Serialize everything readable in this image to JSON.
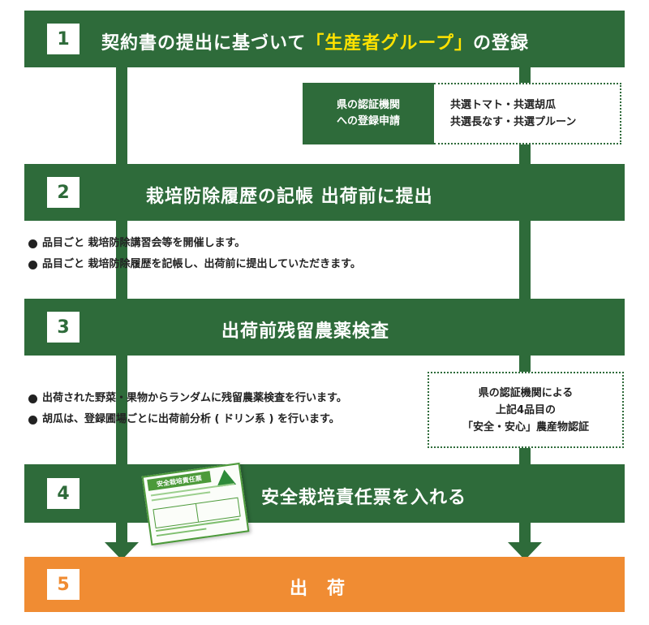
{
  "steps": [
    {
      "num": "1",
      "title_pre": "契約書の提出に基づいて",
      "title_highlight": "「生産者グループ」",
      "title_post": "の登録"
    },
    {
      "num": "2",
      "title": "栽培防除履歴の記帳 出荷前に提出"
    },
    {
      "num": "3",
      "title": "出荷前残留農薬検査"
    },
    {
      "num": "4",
      "title": "安全栽培責任票を入れる"
    },
    {
      "num": "5",
      "title": "出　荷"
    }
  ],
  "registration": {
    "left": [
      "県の認証機関",
      "への登録申請"
    ],
    "right": [
      "共選トマト・共選胡瓜",
      "共選長なす・共選プルーン"
    ]
  },
  "step2_notes": [
    "品目ごと 栽培防除講習会等を開催します。",
    "品目ごと 栽培防除履歴を記帳し、出荷前に提出していただきます。"
  ],
  "step3_notes": [
    "出荷された野菜・果物からランダムに残留農薬検査を行います。",
    "胡瓜は、登録圃場ごとに出荷前分析 ( ドリン系 ) を行います。"
  ],
  "certification": [
    "県の認証機関による",
    "上記4品目の",
    "「安全・安心」農産物認証"
  ],
  "ticket": {
    "title": "安全栽培責任票"
  },
  "colors": {
    "green": "#2e6b3a",
    "orange": "#f08c33",
    "highlight": "#ffe200"
  }
}
